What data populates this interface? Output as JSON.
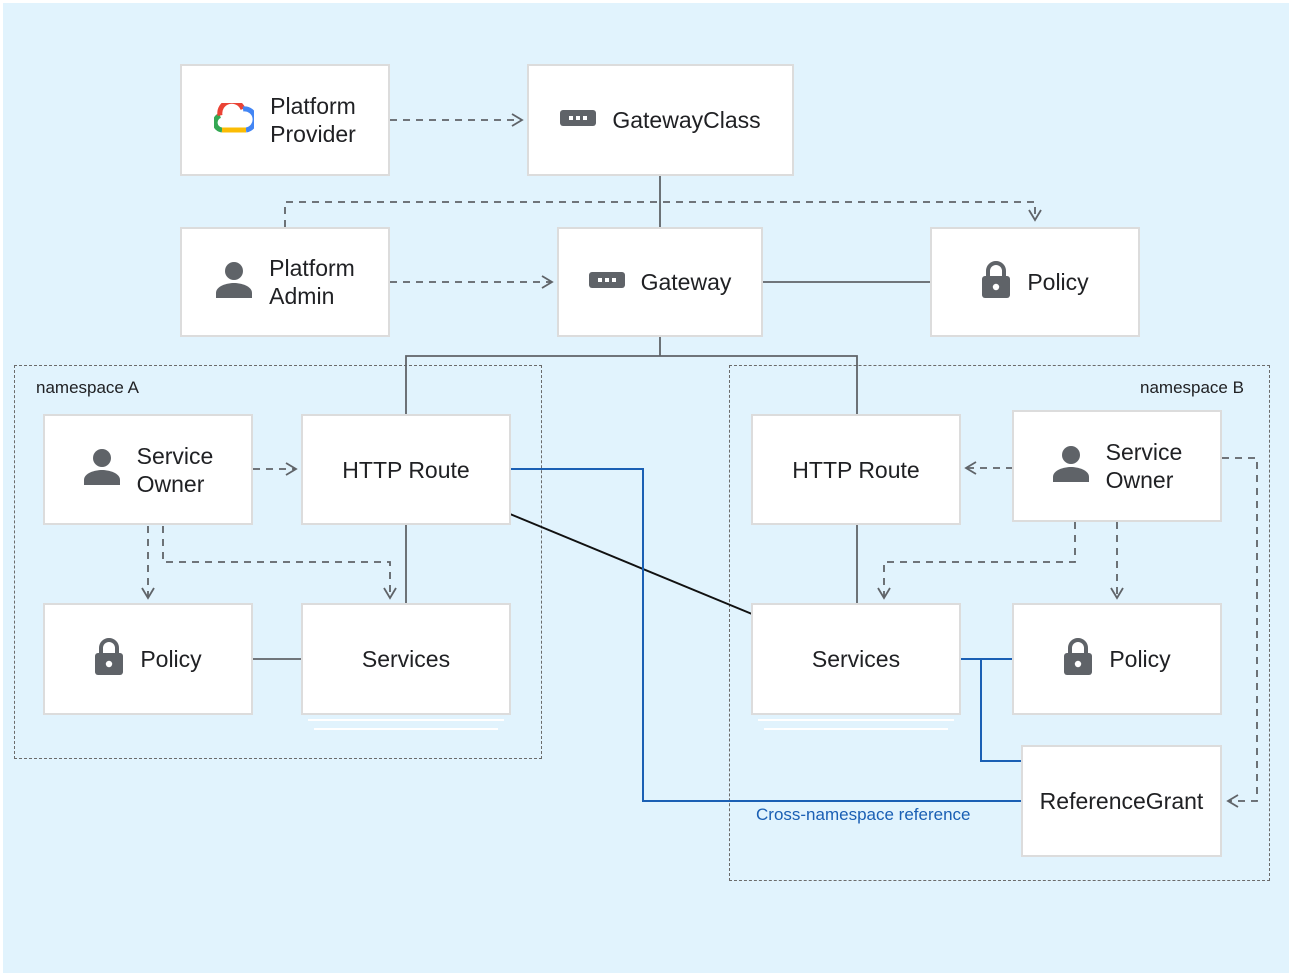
{
  "nodes": {
    "platform_provider": {
      "line1": "Platform",
      "line2": "Provider",
      "icon": "google-cloud-icon"
    },
    "gatewayclass": {
      "label": "GatewayClass",
      "icon": "gateway-icon"
    },
    "platform_admin": {
      "line1": "Platform",
      "line2": "Admin",
      "icon": "person-icon"
    },
    "gateway": {
      "label": "Gateway",
      "icon": "gateway-icon"
    },
    "policy_top": {
      "label": "Policy",
      "icon": "lock-icon"
    },
    "a_service_owner": {
      "line1": "Service",
      "line2": "Owner",
      "icon": "person-icon"
    },
    "a_http_route": {
      "label": "HTTP Route"
    },
    "a_policy": {
      "label": "Policy",
      "icon": "lock-icon"
    },
    "a_services": {
      "label": "Services"
    },
    "b_http_route": {
      "label": "HTTP Route"
    },
    "b_service_owner": {
      "line1": "Service",
      "line2": "Owner",
      "icon": "person-icon"
    },
    "b_services": {
      "label": "Services"
    },
    "b_policy": {
      "label": "Policy",
      "icon": "lock-icon"
    },
    "reference_grant": {
      "label": "ReferenceGrant"
    }
  },
  "namespaces": {
    "a": {
      "label": "namespace A"
    },
    "b": {
      "label": "namespace B"
    }
  },
  "annotations": {
    "cross_namespace": "Cross-namespace reference"
  },
  "colors": {
    "background": "#e1f3fd",
    "box": "#ffffff",
    "line": "#5f6368",
    "cross_reference": "#1a5fb4",
    "icon": "#5f6368"
  }
}
